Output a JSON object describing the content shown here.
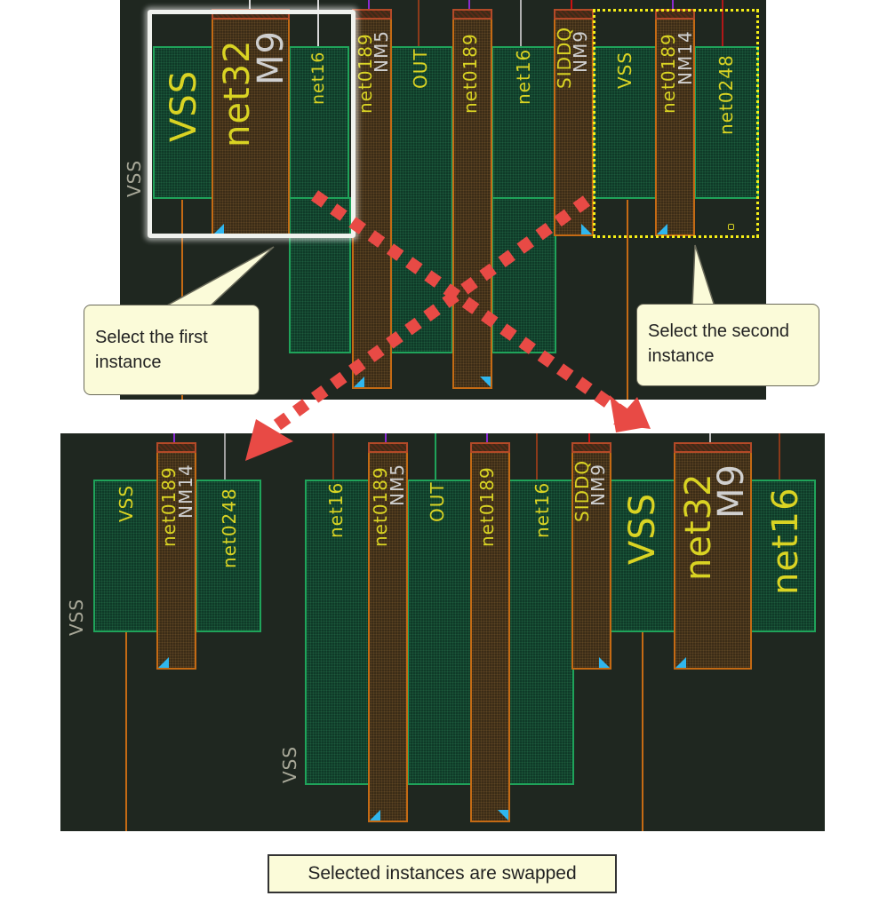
{
  "top_layout": {
    "side_label": "VSS",
    "instances": [
      {
        "id": "M9",
        "name": "M9",
        "gate_net": "net32",
        "source_net": "VSS",
        "drain_net": "net16",
        "state": "selected-first"
      },
      {
        "id": "NM5",
        "name": "NM5",
        "gate_net": "net0189",
        "drain_net": "OUT"
      },
      {
        "id": "NM5b",
        "name": "",
        "gate_net": "net0189",
        "drain_net": "net16"
      },
      {
        "id": "NM9",
        "name": "NM9",
        "gate_net": "SIDDQ"
      },
      {
        "id": "NM14",
        "name": "NM14",
        "gate_net": "net0189",
        "source_net": "VSS",
        "drain_net": "net0248",
        "state": "selected-second"
      }
    ],
    "labels": {
      "vss": "VSS",
      "net32": "net32",
      "m9": "M9",
      "net16": "net16",
      "net0189_a": "net0189",
      "nm5": "NM5",
      "out": "OUT",
      "net0189_b": "net0189",
      "net16_b": "net16",
      "siddq": "SIDDQ",
      "nm9": "NM9",
      "vss_b": "VSS",
      "net0189_c": "net0189",
      "nm14": "NM14",
      "net0248": "net0248"
    }
  },
  "bottom_layout": {
    "labels": {
      "side_vss": "VSS",
      "vss": "VSS",
      "net0189_c": "net0189",
      "nm14": "NM14",
      "net0248": "net0248",
      "net16": "net16",
      "net0189_a": "net0189",
      "nm5": "NM5",
      "out": "OUT",
      "net0189_b": "net0189",
      "net16_b": "net16",
      "siddq": "SIDDQ",
      "nm9": "NM9",
      "vss_big": "VSS",
      "net32": "net32",
      "m9": "M9",
      "net16_big": "net16",
      "vss_lower": "VSS"
    }
  },
  "callouts": {
    "first": "Select the first instance",
    "second": "Select the second instance"
  },
  "caption": "Selected instances are swapped",
  "colors": {
    "background": "#1f2720",
    "diffusion": "#1fa35a",
    "poly": "#c46a14",
    "label": "#d9d323",
    "arrow": "#e84a45",
    "select_first": "#f0f2ee",
    "select_second": "#f5ee17",
    "pin": "#2fb6ee"
  }
}
